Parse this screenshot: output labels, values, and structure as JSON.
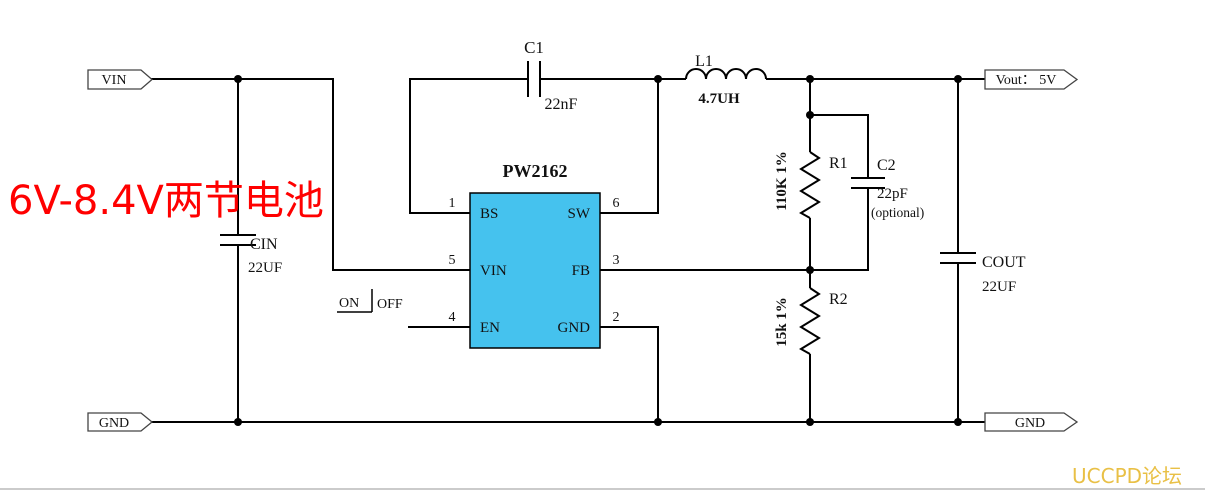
{
  "connectors": {
    "vin": "VIN",
    "gnd_left": "GND",
    "vout": "Vout：  5V",
    "gnd_right": "GND"
  },
  "annotation": {
    "battery_note": "6V-8.4V两节电池"
  },
  "ic": {
    "name": "PW2162",
    "pins": [
      {
        "num": "1",
        "label": "BS"
      },
      {
        "num": "5",
        "label": "VIN"
      },
      {
        "num": "4",
        "label": "EN"
      },
      {
        "num": "6",
        "label": "SW"
      },
      {
        "num": "3",
        "label": "FB"
      },
      {
        "num": "2",
        "label": "GND"
      }
    ]
  },
  "components": {
    "c1": {
      "ref": "C1",
      "value": "22nF"
    },
    "cin": {
      "ref": "CIN",
      "value": "22UF"
    },
    "cout": {
      "ref": "COUT",
      "value": "22UF"
    },
    "c2": {
      "ref": "C2",
      "value": "22pF",
      "note": "(optional)"
    },
    "l1": {
      "ref": "L1",
      "value": "4.7UH"
    },
    "r1": {
      "ref": "R1",
      "value": "110K 1%"
    },
    "r2": {
      "ref": "R2",
      "value": "15k 1%"
    }
  },
  "switch": {
    "on_label": "ON",
    "off_label": "OFF"
  },
  "watermark": "UCCPD论坛",
  "colors": {
    "wire": "#000000",
    "ic_fill": "#45c2ee",
    "annotation_red": "#ff0000",
    "watermark_gold": "#e9c046"
  }
}
